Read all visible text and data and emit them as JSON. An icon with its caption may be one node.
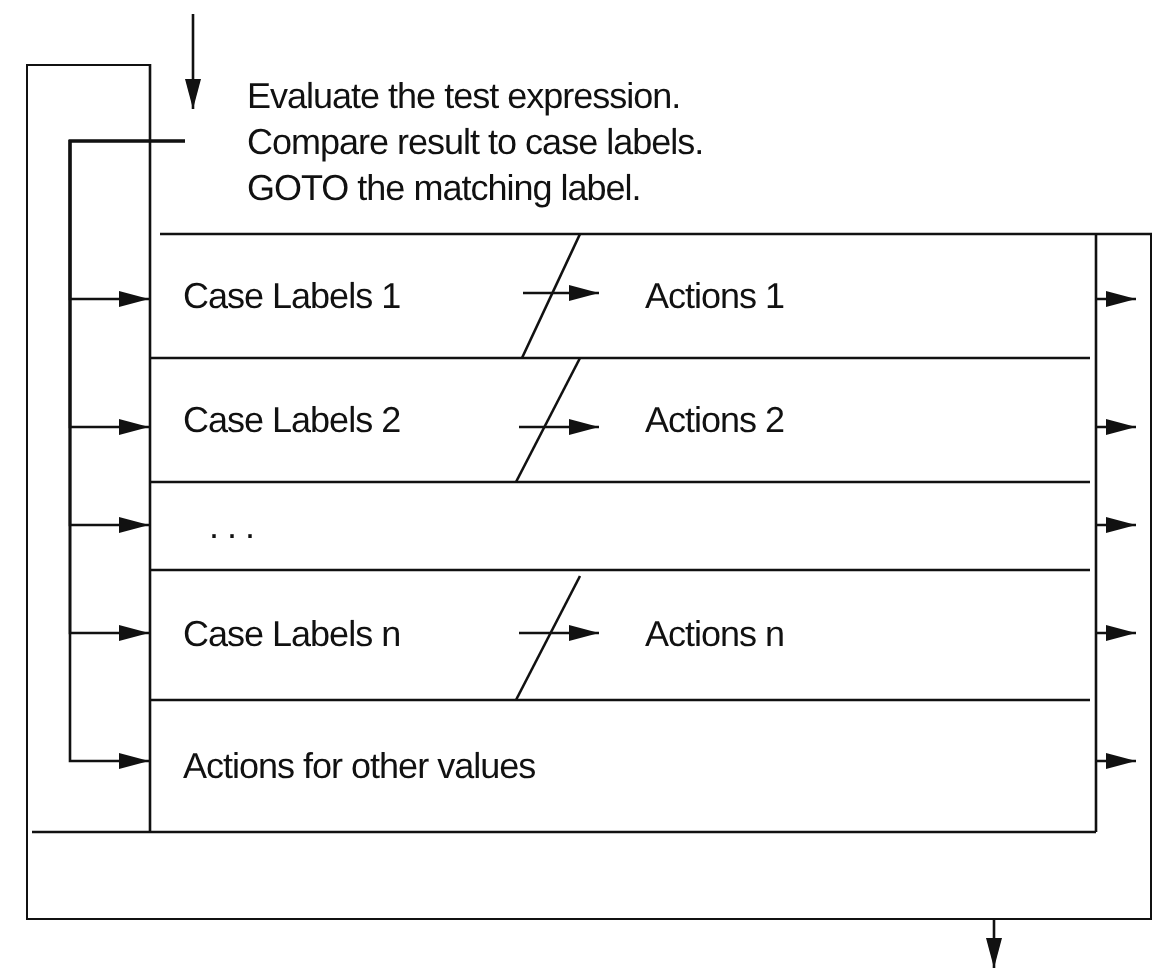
{
  "diagram": {
    "nodes": [
      {
        "text": [],
        "shape": "box"
      },
      {
        "text": [
          "Evaluate the test expression.",
          "Compare result to case labels.",
          "GOTO the matching label."
        ],
        "in": 0
      },
      {
        "text": [
          "Case Labels 1"
        ],
        "in": 0
      },
      {
        "text": [
          "Actions 1"
        ],
        "in": 0
      },
      {
        "text": [
          "Case Labels 2"
        ],
        "in": 0
      },
      {
        "text": [
          "Actions 2"
        ],
        "in": 0
      },
      {
        "text": [
          ". . ."
        ],
        "in": 0
      },
      {
        "text": [
          "Case Labels n"
        ],
        "in": 0
      },
      {
        "text": [
          "Actions n"
        ],
        "in": 0
      },
      {
        "text": [
          "Actions for other values"
        ],
        "in": 0
      }
    ],
    "edges": [
      {
        "from": null,
        "to": 1,
        "arrow": "to"
      },
      {
        "from": 1,
        "to": 2,
        "arrow": "to"
      },
      {
        "from": 1,
        "to": 4,
        "arrow": "to"
      },
      {
        "from": 1,
        "to": 6,
        "arrow": "to"
      },
      {
        "from": 1,
        "to": 7,
        "arrow": "to"
      },
      {
        "from": 1,
        "to": 9,
        "arrow": "to"
      },
      {
        "from": 2,
        "to": 3,
        "arrow": "to"
      },
      {
        "from": 4,
        "to": 5,
        "arrow": "to"
      },
      {
        "from": 7,
        "to": 8,
        "arrow": "to"
      },
      {
        "from": 3,
        "to": null,
        "arrow": "to"
      },
      {
        "from": 5,
        "to": null,
        "arrow": "to"
      },
      {
        "from": 6,
        "to": null,
        "arrow": "to"
      },
      {
        "from": 8,
        "to": null,
        "arrow": "to"
      },
      {
        "from": 9,
        "to": null,
        "arrow": "to"
      },
      {
        "from": 0,
        "to": null,
        "arrow": "to"
      }
    ]
  }
}
